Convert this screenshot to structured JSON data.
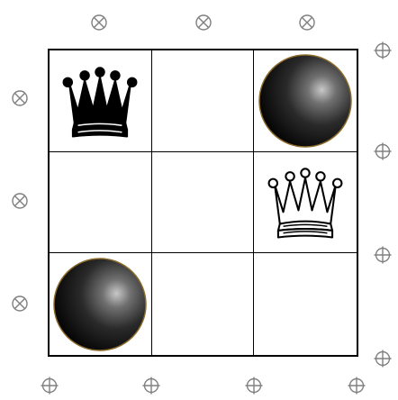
{
  "board": {
    "rows": 3,
    "cols": 3,
    "cells": [
      [
        {
          "piece": "black-queen"
        },
        {
          "piece": "empty"
        },
        {
          "piece": "black-ball"
        }
      ],
      [
        {
          "piece": "empty"
        },
        {
          "piece": "empty"
        },
        {
          "piece": "white-queen"
        }
      ],
      [
        {
          "piece": "black-ball"
        },
        {
          "piece": "empty"
        },
        {
          "piece": "empty"
        }
      ]
    ]
  },
  "markers": {
    "top": [
      "blocked-marker-icon",
      "blocked-marker-icon",
      "blocked-marker-icon"
    ],
    "left": [
      "blocked-marker-icon",
      "blocked-marker-icon",
      "blocked-marker-icon"
    ],
    "right": [
      "open-marker-icon",
      "open-marker-icon",
      "open-marker-icon",
      "open-marker-icon"
    ],
    "bottom": [
      "open-marker-icon",
      "open-marker-icon",
      "open-marker-icon",
      "open-marker-icon"
    ]
  },
  "colors": {
    "grid": "#000000",
    "marker": "#808080",
    "ball_highlight": "#b0b0b0",
    "ball_dark": "#101010",
    "ball_rim": "#8a6a2a"
  }
}
